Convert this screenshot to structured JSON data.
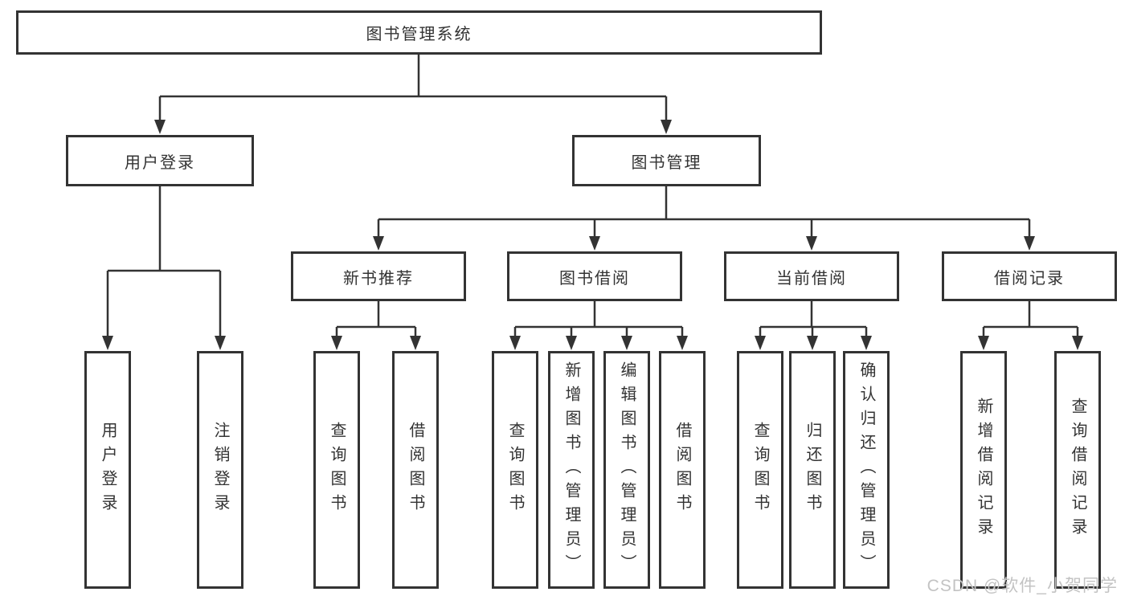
{
  "diagram": {
    "tree": {
      "root": {
        "label": "图书管理系统"
      },
      "branches": [
        {
          "label": "用户登录",
          "children": [
            {
              "label": "用户登录"
            },
            {
              "label": "注销登录"
            }
          ]
        },
        {
          "label": "图书管理",
          "children": [
            {
              "label": "新书推荐",
              "children": [
                {
                  "label": "查询图书"
                },
                {
                  "label": "借阅图书"
                }
              ]
            },
            {
              "label": "图书借阅",
              "children": [
                {
                  "label": "查询图书"
                },
                {
                  "label": "新增图书（管理员）"
                },
                {
                  "label": "编辑图书（管理员）"
                },
                {
                  "label": "借阅图书"
                }
              ]
            },
            {
              "label": "当前借阅",
              "children": [
                {
                  "label": "查询图书"
                },
                {
                  "label": "归还图书"
                },
                {
                  "label": "确认归还（管理员）"
                }
              ]
            },
            {
              "label": "借阅记录",
              "children": [
                {
                  "label": "新增借阅记录"
                },
                {
                  "label": "查询借阅记录"
                }
              ]
            }
          ]
        }
      ]
    },
    "watermark": "CSDN @软件_小贺同学",
    "colors": {
      "line": "#333333",
      "text": "#333333",
      "background": "#ffffff",
      "watermark": "#c3c3c3"
    }
  }
}
